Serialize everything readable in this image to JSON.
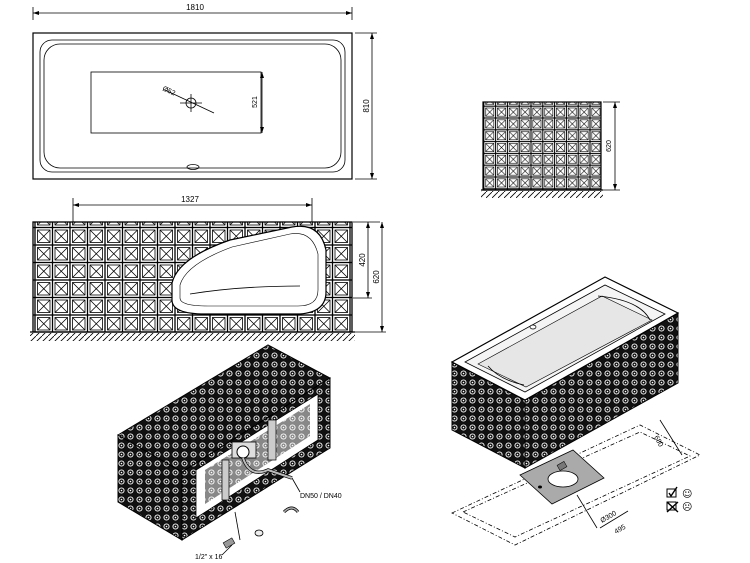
{
  "drawing": {
    "top_view": {
      "length": "1810",
      "width": "810",
      "sump_depth": "521",
      "drain_dia": "Ø52"
    },
    "front_elevation": {
      "interior_length": "1327",
      "depth": "420",
      "height": "620"
    },
    "end_elevation": {
      "height": "620"
    },
    "installation": {
      "drain_label": "DN50 / DN40",
      "connector_label": "1/2\" x 16"
    },
    "floor_plan": {
      "depth": "680",
      "cutout_dia": "Ø300",
      "cutout_width": "495"
    },
    "legend": [
      {
        "icon": "check-box-icon",
        "symbol": "☺"
      },
      {
        "icon": "cross-box-icon",
        "symbol": "☹"
      }
    ]
  }
}
